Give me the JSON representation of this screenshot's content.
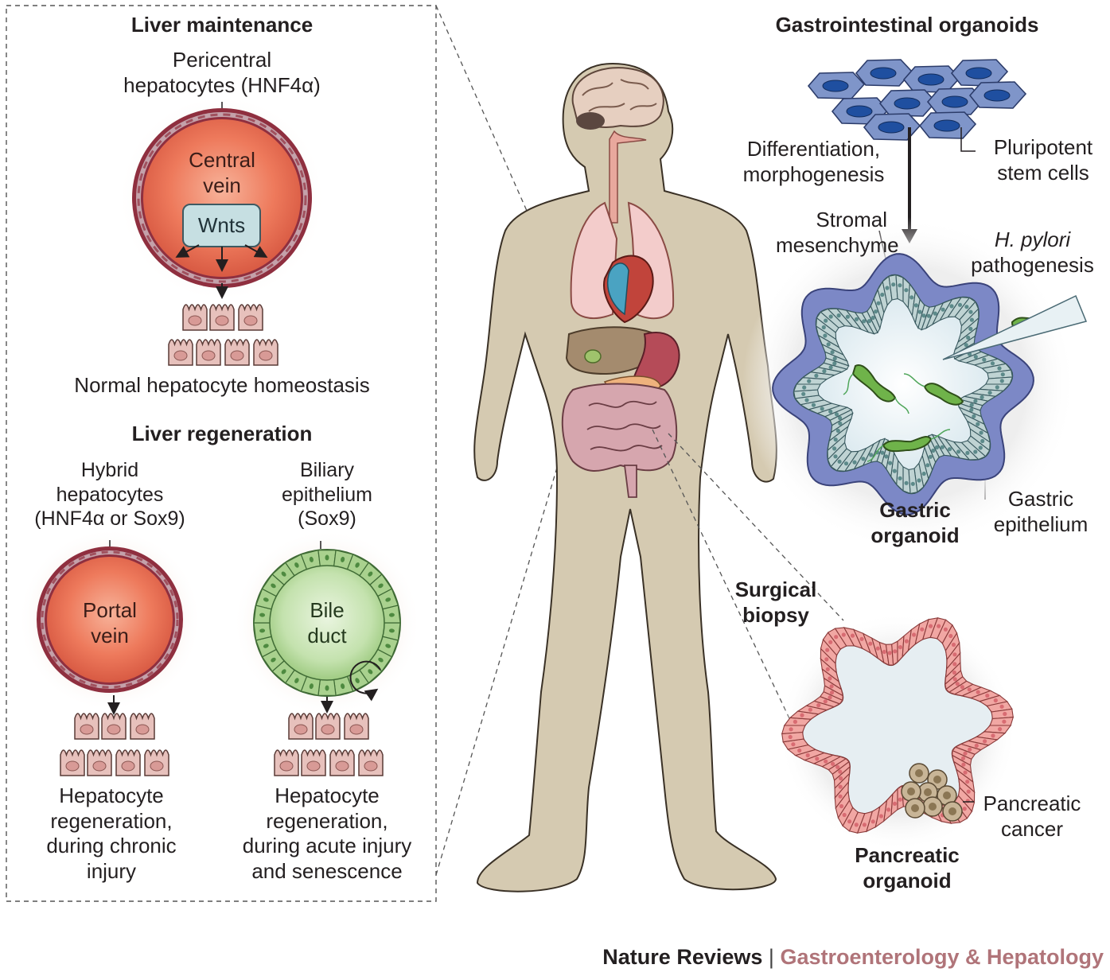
{
  "liver_panel": {
    "maintenance": {
      "title": "Liver maintenance",
      "cells_label": [
        "Pericentral",
        "hepatocytes (HNF4α)"
      ],
      "vessel_label": [
        "Central",
        "vein"
      ],
      "signal": "Wnts",
      "outcome": "Normal hepatocyte homeostasis"
    },
    "regeneration": {
      "title": "Liver regeneration",
      "left": {
        "source": [
          "Hybrid",
          "hepatocytes",
          "(HNF4α or Sox9)"
        ],
        "vessel_label": [
          "Portal",
          "vein"
        ],
        "outcome": [
          "Hepatocyte",
          "regeneration,",
          "during chronic",
          "injury"
        ]
      },
      "right": {
        "source": [
          "Biliary",
          "epithelium",
          "(Sox9)"
        ],
        "vessel_label": [
          "Bile",
          "duct"
        ],
        "outcome": [
          "Hepatocyte",
          "regeneration,",
          "during acute injury",
          "and senescence"
        ]
      }
    }
  },
  "gi_panel": {
    "title": "Gastrointestinal organoids",
    "process": [
      "Differentiation,",
      "morphogenesis"
    ],
    "stem_cells": [
      "Pluripotent",
      "stem cells"
    ],
    "stroma": [
      "Stromal",
      "mesenchyme"
    ],
    "pathogen": {
      "name": "H. pylori",
      "suffix": "pathogenesis"
    },
    "organoid": [
      "Gastric",
      "organoid"
    ],
    "epithelium": [
      "Gastric",
      "epithelium"
    ]
  },
  "biopsy": {
    "label": [
      "Surgical",
      "biopsy"
    ],
    "cancer": [
      "Pancreatic",
      "cancer"
    ],
    "organoid": [
      "Pancreatic",
      "organoid"
    ]
  },
  "footer": {
    "journal": "Nature Reviews",
    "separator": "|",
    "section": "Gastroenterology & Hepatology"
  },
  "colors": {
    "vein_red": "#e8664d",
    "bile_green": "#a9d18e",
    "body_tan": "#d6cbb3",
    "stroma_blue": "#7a87c6",
    "epithelium_teal": "#bfd3d3",
    "pancreas_pink": "#f1a7a3",
    "hepatocyte_pink": "#e7c1bc",
    "footer_accent": "#b07479"
  }
}
